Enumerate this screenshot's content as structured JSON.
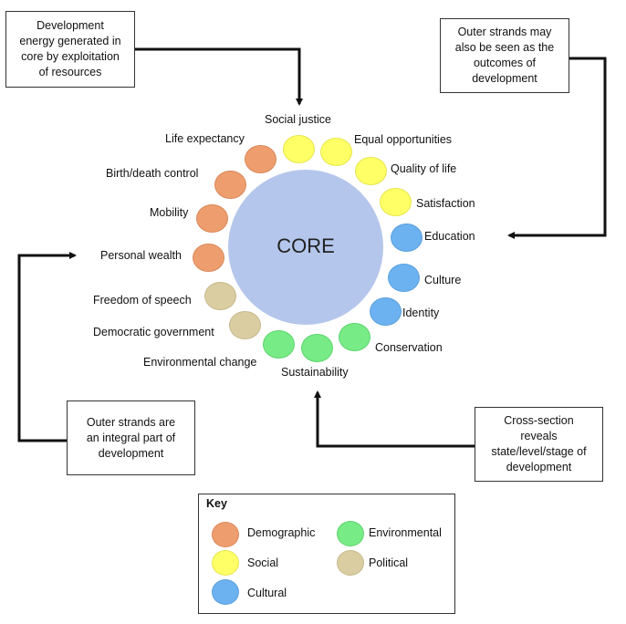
{
  "core_label": "CORE",
  "boxes": {
    "top_left": [
      "Development",
      "energy generated in",
      "core by exploitation",
      "of resources"
    ],
    "top_right": [
      "Outer strands may",
      "also be seen as the",
      "outcomes of",
      "development"
    ],
    "bottom_left": [
      "Outer strands are",
      "an integral part of",
      "development"
    ],
    "bottom_right": [
      "Cross-section",
      "reveals",
      "state/level/stage of",
      "development"
    ]
  },
  "strands": {
    "social_justice": "Social justice",
    "equal_opportunities": "Equal opportunities",
    "quality_of_life": "Quality of life",
    "satisfaction": "Satisfaction",
    "education": "Education",
    "culture": "Culture",
    "identity": "Identity",
    "conservation": "Conservation",
    "sustainability": "Sustainability",
    "environmental_change": "Environmental change",
    "democratic_government": "Democratic government",
    "freedom_of_speech": "Freedom of speech",
    "personal_wealth": "Personal wealth",
    "mobility": "Mobility",
    "birth_death_control": "Birth/death control",
    "life_expectancy": "Life expectancy"
  },
  "key": {
    "title": "Key",
    "demographic": "Demographic",
    "social": "Social",
    "cultural": "Cultural",
    "environmental": "Environmental",
    "political": "Political"
  },
  "colors": {
    "demographic": "#EE9E6E",
    "social": "#FFFF66",
    "cultural": "#6CB2F0",
    "environmental": "#77EB86",
    "political": "#DACDA1",
    "core": "#B5C6EC"
  }
}
